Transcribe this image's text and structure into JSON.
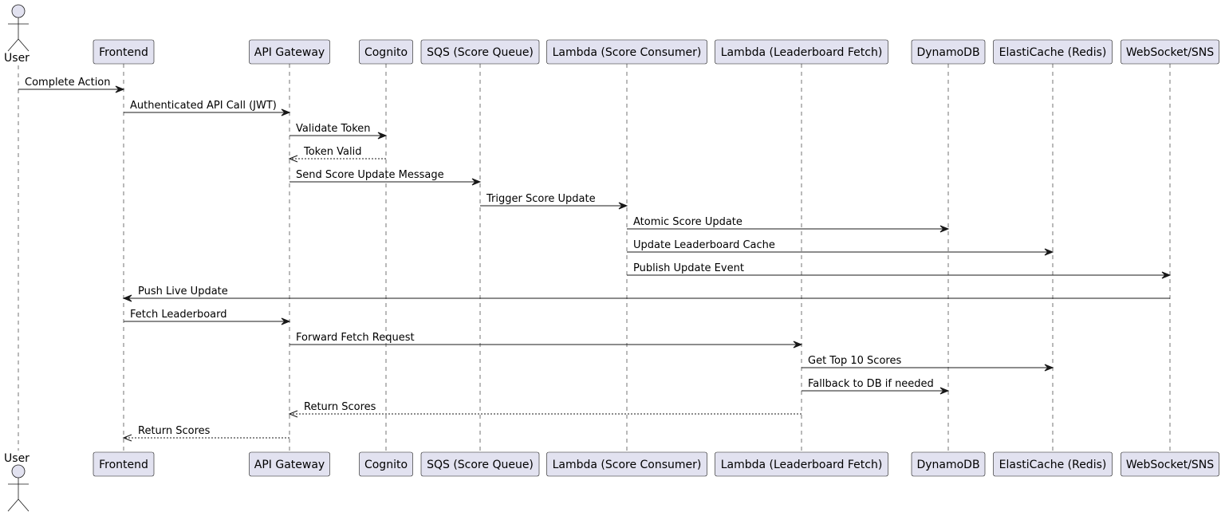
{
  "diagram": {
    "participants": [
      {
        "id": "user",
        "label": "User",
        "kind": "actor"
      },
      {
        "id": "frontend",
        "label": "Frontend",
        "kind": "participant"
      },
      {
        "id": "apigw",
        "label": "API Gateway",
        "kind": "participant"
      },
      {
        "id": "cognito",
        "label": "Cognito",
        "kind": "participant"
      },
      {
        "id": "sqs",
        "label": "SQS (Score Queue)",
        "kind": "participant"
      },
      {
        "id": "lambda_consumer",
        "label": "Lambda (Score Consumer)",
        "kind": "participant"
      },
      {
        "id": "lambda_fetch",
        "label": "Lambda (Leaderboard Fetch)",
        "kind": "participant"
      },
      {
        "id": "dynamodb",
        "label": "DynamoDB",
        "kind": "participant"
      },
      {
        "id": "elasticache",
        "label": "ElastiCache (Redis)",
        "kind": "participant"
      },
      {
        "id": "websocket",
        "label": "WebSocket/SNS",
        "kind": "participant"
      }
    ],
    "messages": [
      {
        "from": "user",
        "to": "frontend",
        "label": "Complete Action",
        "style": "solid"
      },
      {
        "from": "frontend",
        "to": "apigw",
        "label": "Authenticated API Call (JWT)",
        "style": "solid"
      },
      {
        "from": "apigw",
        "to": "cognito",
        "label": "Validate Token",
        "style": "solid"
      },
      {
        "from": "cognito",
        "to": "apigw",
        "label": "Token Valid",
        "style": "dashed"
      },
      {
        "from": "apigw",
        "to": "sqs",
        "label": "Send Score Update Message",
        "style": "solid"
      },
      {
        "from": "sqs",
        "to": "lambda_consumer",
        "label": "Trigger Score Update",
        "style": "solid"
      },
      {
        "from": "lambda_consumer",
        "to": "dynamodb",
        "label": "Atomic Score Update",
        "style": "solid"
      },
      {
        "from": "lambda_consumer",
        "to": "elasticache",
        "label": "Update Leaderboard Cache",
        "style": "solid"
      },
      {
        "from": "lambda_consumer",
        "to": "websocket",
        "label": "Publish Update Event",
        "style": "solid"
      },
      {
        "from": "websocket",
        "to": "frontend",
        "label": "Push Live Update",
        "style": "solid"
      },
      {
        "from": "frontend",
        "to": "apigw",
        "label": "Fetch Leaderboard",
        "style": "solid"
      },
      {
        "from": "apigw",
        "to": "lambda_fetch",
        "label": "Forward Fetch Request",
        "style": "solid"
      },
      {
        "from": "lambda_fetch",
        "to": "elasticache",
        "label": "Get Top 10 Scores",
        "style": "solid"
      },
      {
        "from": "lambda_fetch",
        "to": "dynamodb",
        "label": "Fallback to DB if needed",
        "style": "solid"
      },
      {
        "from": "lambda_fetch",
        "to": "apigw",
        "label": "Return Scores",
        "style": "dashed"
      },
      {
        "from": "apigw",
        "to": "frontend",
        "label": "Return Scores",
        "style": "dashed"
      }
    ]
  },
  "colors": {
    "participant_fill": "#E2E2F0",
    "line": "#181818",
    "text": "#000000",
    "background": "#FFFFFF"
  }
}
